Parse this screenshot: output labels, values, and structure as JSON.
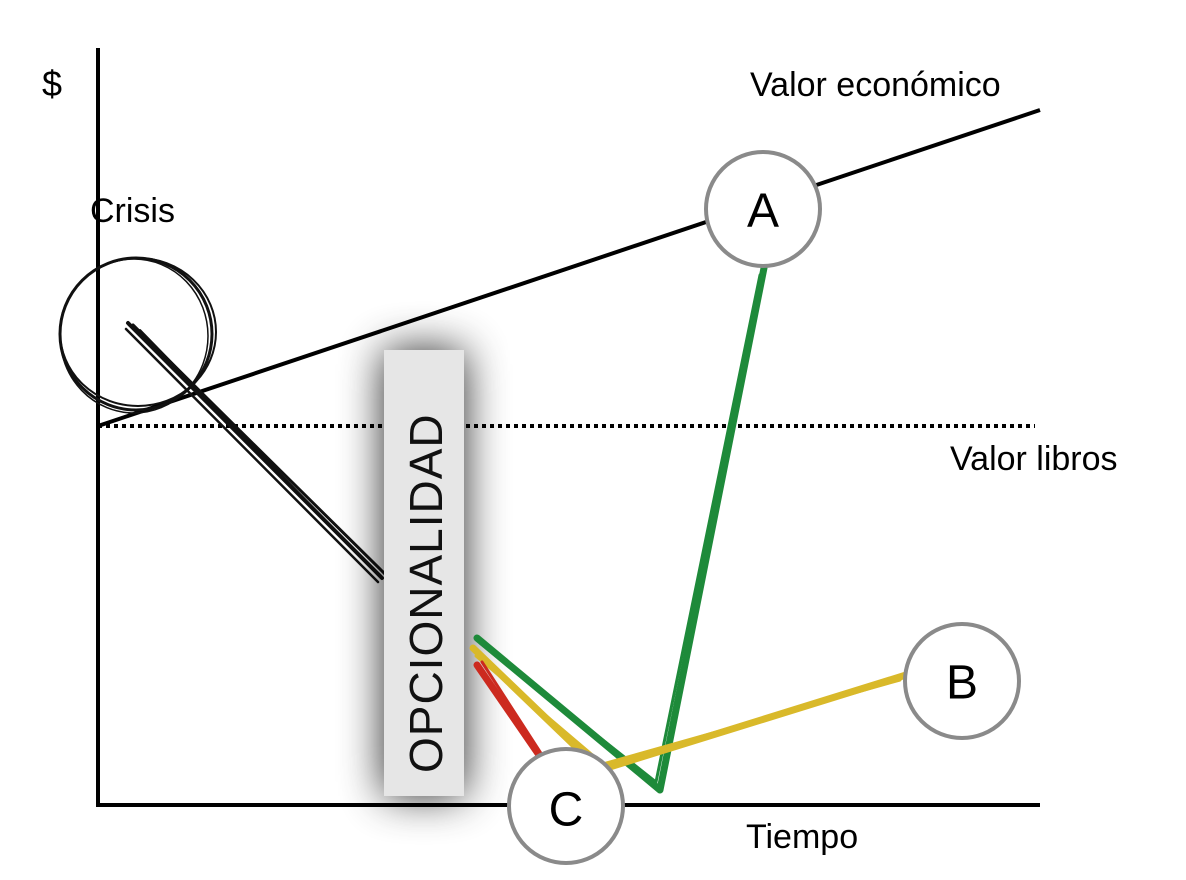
{
  "labels": {
    "y_axis": "$",
    "x_axis": "Tiempo",
    "economic_value": "Valor económico",
    "book_value": "Valor libros",
    "crisis": "Crisis",
    "optionality": "OPCIONALIDAD"
  },
  "scenarios": [
    {
      "key": "A",
      "label": "A",
      "color": "#1e8a3a"
    },
    {
      "key": "B",
      "label": "B",
      "color": "#d9b92a"
    },
    {
      "key": "C",
      "label": "C",
      "color": "#cc2a1f"
    }
  ],
  "colors": {
    "axis": "#000000",
    "crisis_stroke": "#111111",
    "circle_outline": "#8a8a8a",
    "optionality_box": "#e6e6e6"
  }
}
